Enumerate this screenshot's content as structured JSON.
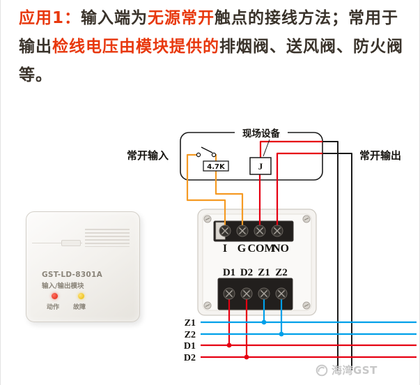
{
  "intro": {
    "segments": [
      {
        "text": "应用1：",
        "style": "red"
      },
      {
        "text": "输入端为",
        "style": "dark"
      },
      {
        "text": "无源常开",
        "style": "red"
      },
      {
        "text": "触点的接线方法；常用于输出",
        "style": "dark"
      },
      {
        "text": "检线电压由模块提供的",
        "style": "red"
      },
      {
        "text": "排烟阀、送风阀、防火阀等。",
        "style": "dark"
      }
    ]
  },
  "diagram": {
    "field_device_label": "现场设备",
    "input_label": "常开输入",
    "output_label": "常开输出",
    "resistor_value": "4.7K",
    "relay_label": "J",
    "terminals_top": [
      "I",
      "G",
      "COM",
      "NO"
    ],
    "terminals_bottom": [
      "D1",
      "D2",
      "Z1",
      "Z2"
    ],
    "bus_labels": [
      "Z1",
      "Z2",
      "D1",
      "D2"
    ]
  },
  "module_photo": {
    "model": "GST-LD-8301A",
    "type": "输入/输出模块",
    "led_action_label": "动作",
    "led_fault_label": "故障"
  },
  "watermark": {
    "text": "海湾GST"
  },
  "colors": {
    "wire_orange": "#f59a23",
    "wire_red": "#e60012",
    "wire_blue": "#00a0e9",
    "wire_black": "#1a1a1a",
    "text_red": "#e8380d",
    "text_dark": "#3a332b"
  }
}
